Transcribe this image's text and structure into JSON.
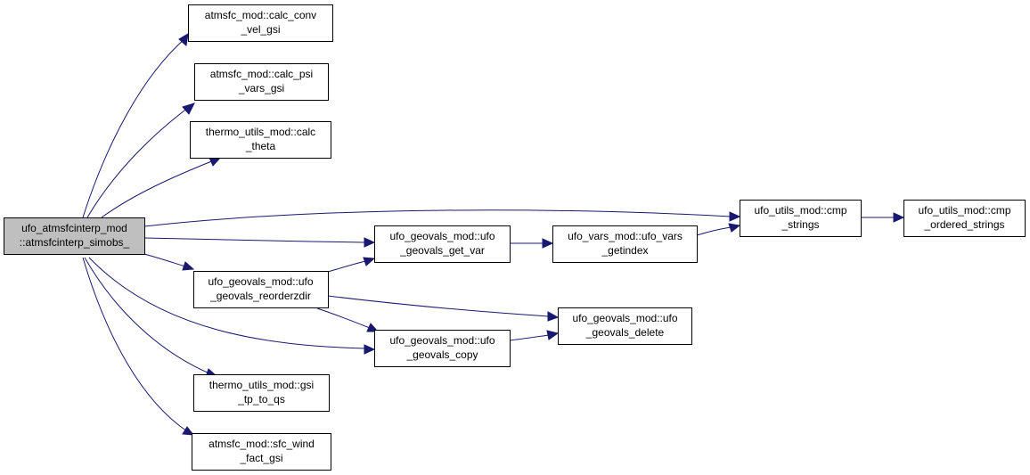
{
  "colors": {
    "edge": "#191970",
    "node_border": "#000000",
    "node_fill": "#ffffff",
    "root_fill": "#bfbfbf"
  },
  "nodes": {
    "root": {
      "line1": "ufo_atmsfcinterp_mod",
      "line2": "::atmsfcinterp_simobs_"
    },
    "calc_conv_vel_gsi": {
      "line1": "atmsfc_mod::calc_conv",
      "line2": "_vel_gsi"
    },
    "calc_psi_vars_gsi": {
      "line1": "atmsfc_mod::calc_psi",
      "line2": "_vars_gsi"
    },
    "calc_theta": {
      "line1": "thermo_utils_mod::calc",
      "line2": "_theta"
    },
    "cmp_strings": {
      "line1": "ufo_utils_mod::cmp",
      "line2": "_strings"
    },
    "cmp_ordered_strings": {
      "line1": "ufo_utils_mod::cmp",
      "line2": "_ordered_strings"
    },
    "geovals_get_var": {
      "line1": "ufo_geovals_mod::ufo",
      "line2": "_geovals_get_var"
    },
    "vars_getindex": {
      "line1": "ufo_vars_mod::ufo_vars",
      "line2": "_getindex"
    },
    "geovals_reorderzdir": {
      "line1": "ufo_geovals_mod::ufo",
      "line2": "_geovals_reorderzdir"
    },
    "geovals_delete": {
      "line1": "ufo_geovals_mod::ufo",
      "line2": "_geovals_delete"
    },
    "geovals_copy": {
      "line1": "ufo_geovals_mod::ufo",
      "line2": "_geovals_copy"
    },
    "gsi_tp_to_qs": {
      "line1": "thermo_utils_mod::gsi",
      "line2": "_tp_to_qs"
    },
    "sfc_wind_fact_gsi": {
      "line1": "atmsfc_mod::sfc_wind",
      "line2": "_fact_gsi"
    }
  }
}
